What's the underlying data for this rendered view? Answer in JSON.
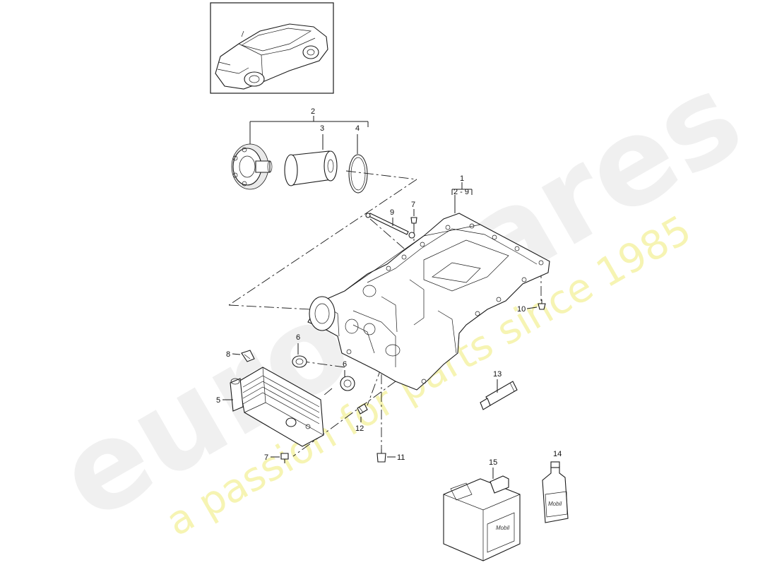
{
  "watermark": {
    "brand": "eurospares",
    "tagline": "a passion for parts since 1985",
    "brand_color": "#e4e4e4",
    "tagline_color": "#f3f19a"
  },
  "thumbnail": {
    "icon": "car-thumbnail-icon"
  },
  "callouts": {
    "c1": "1",
    "c1_range": "2 - 9",
    "c2": "2",
    "c3": "3",
    "c4": "4",
    "c5": "5",
    "c6a": "6",
    "c6b": "6",
    "c7a": "7",
    "c7b": "7",
    "c8": "8",
    "c9": "9",
    "c10": "10",
    "c11": "11",
    "c12": "12",
    "c13": "13",
    "c14": "14",
    "c15": "15"
  },
  "product_labels": {
    "canister": "Mobil",
    "bottle": "Mobil"
  }
}
